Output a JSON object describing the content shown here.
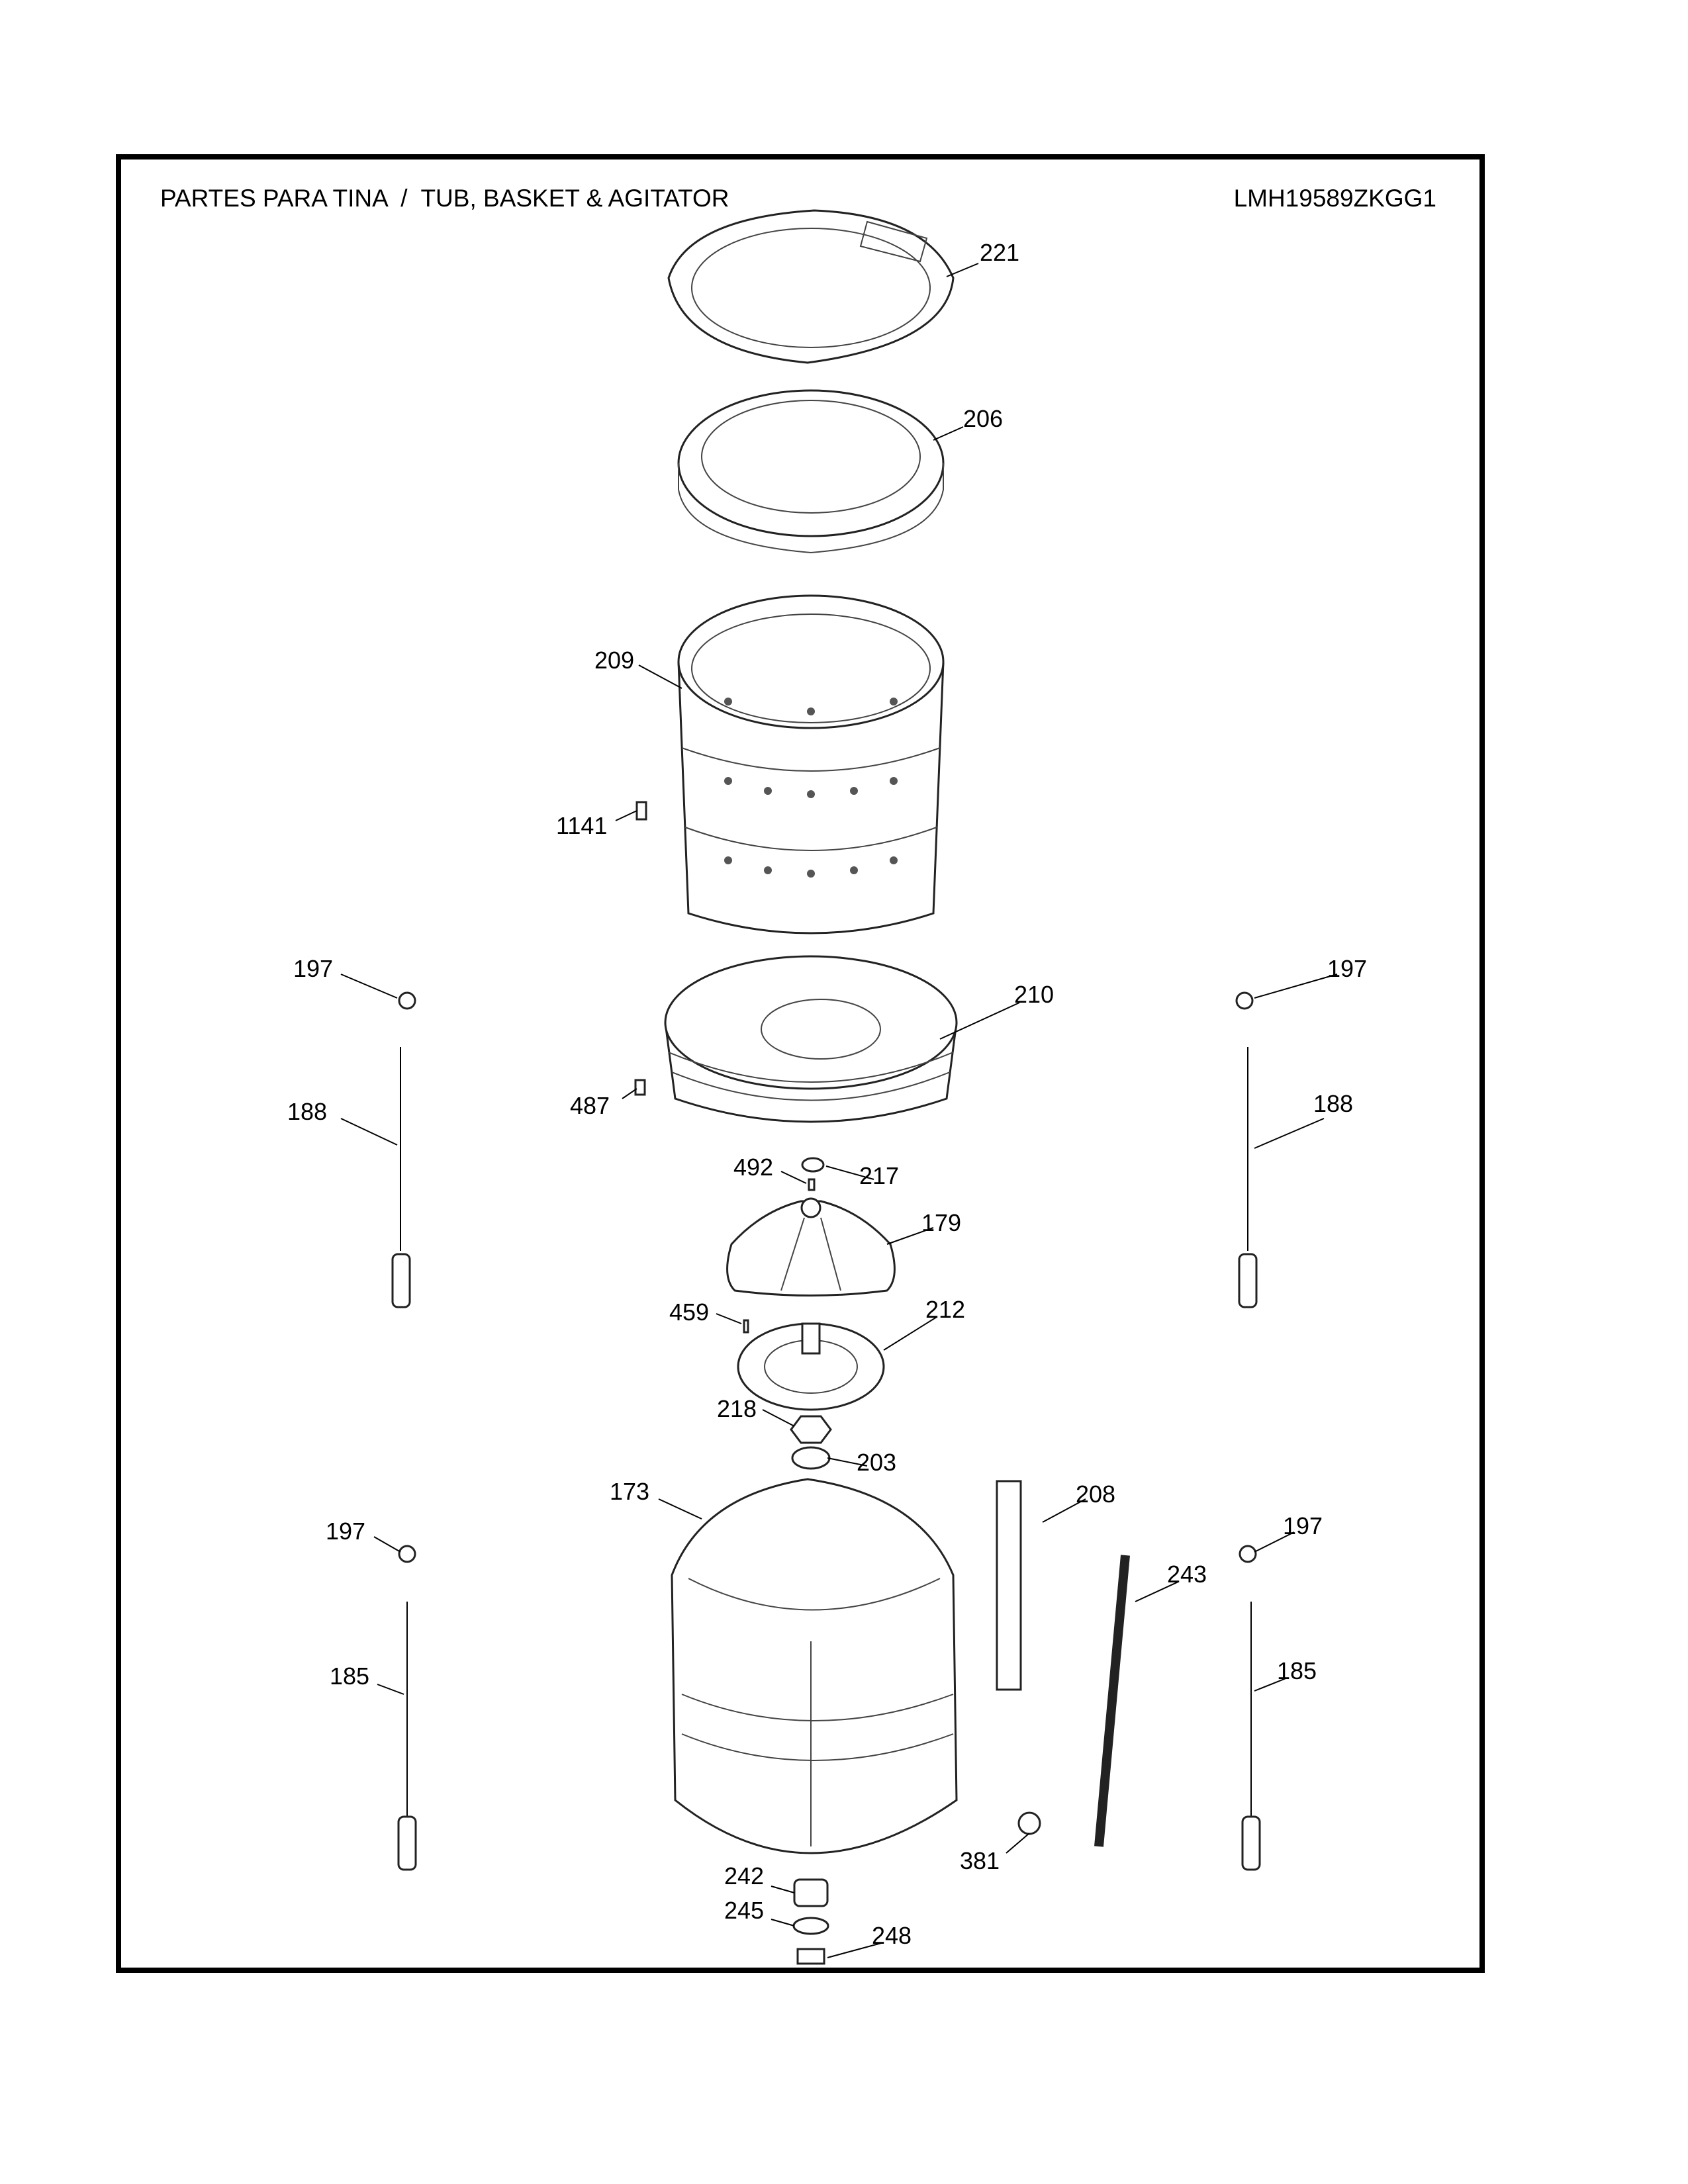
{
  "header": {
    "title": "PARTES PARA TINA  /  TUB, BASKET & AGITATOR",
    "model": "LMH19589ZKGG1"
  },
  "callouts": {
    "p221": "221",
    "p206": "206",
    "p209": "209",
    "p1141": "1141",
    "p197a": "197",
    "p197b": "197",
    "p197c": "197",
    "p197d": "197",
    "p210": "210",
    "p188a": "188",
    "p188b": "188",
    "p487": "487",
    "p492": "492",
    "p217": "217",
    "p179": "179",
    "p459": "459",
    "p212": "212",
    "p218": "218",
    "p203": "203",
    "p173": "173",
    "p208": "208",
    "p243": "243",
    "p185a": "185",
    "p185b": "185",
    "p381": "381",
    "p242": "242",
    "p245": "245",
    "p248": "248"
  }
}
